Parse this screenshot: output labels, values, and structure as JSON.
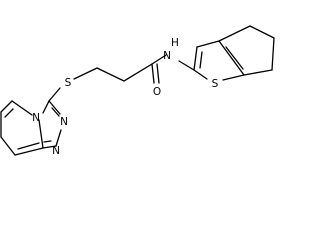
{
  "molecule": {
    "atom_labels": {
      "n_amide": "N",
      "h_amide": "H",
      "o_carbonyl": "O",
      "s_thiophene": "S",
      "s_thioether": "S",
      "n_bridge": "N",
      "n_triazole_1": "N",
      "n_triazole_2": "N"
    }
  }
}
